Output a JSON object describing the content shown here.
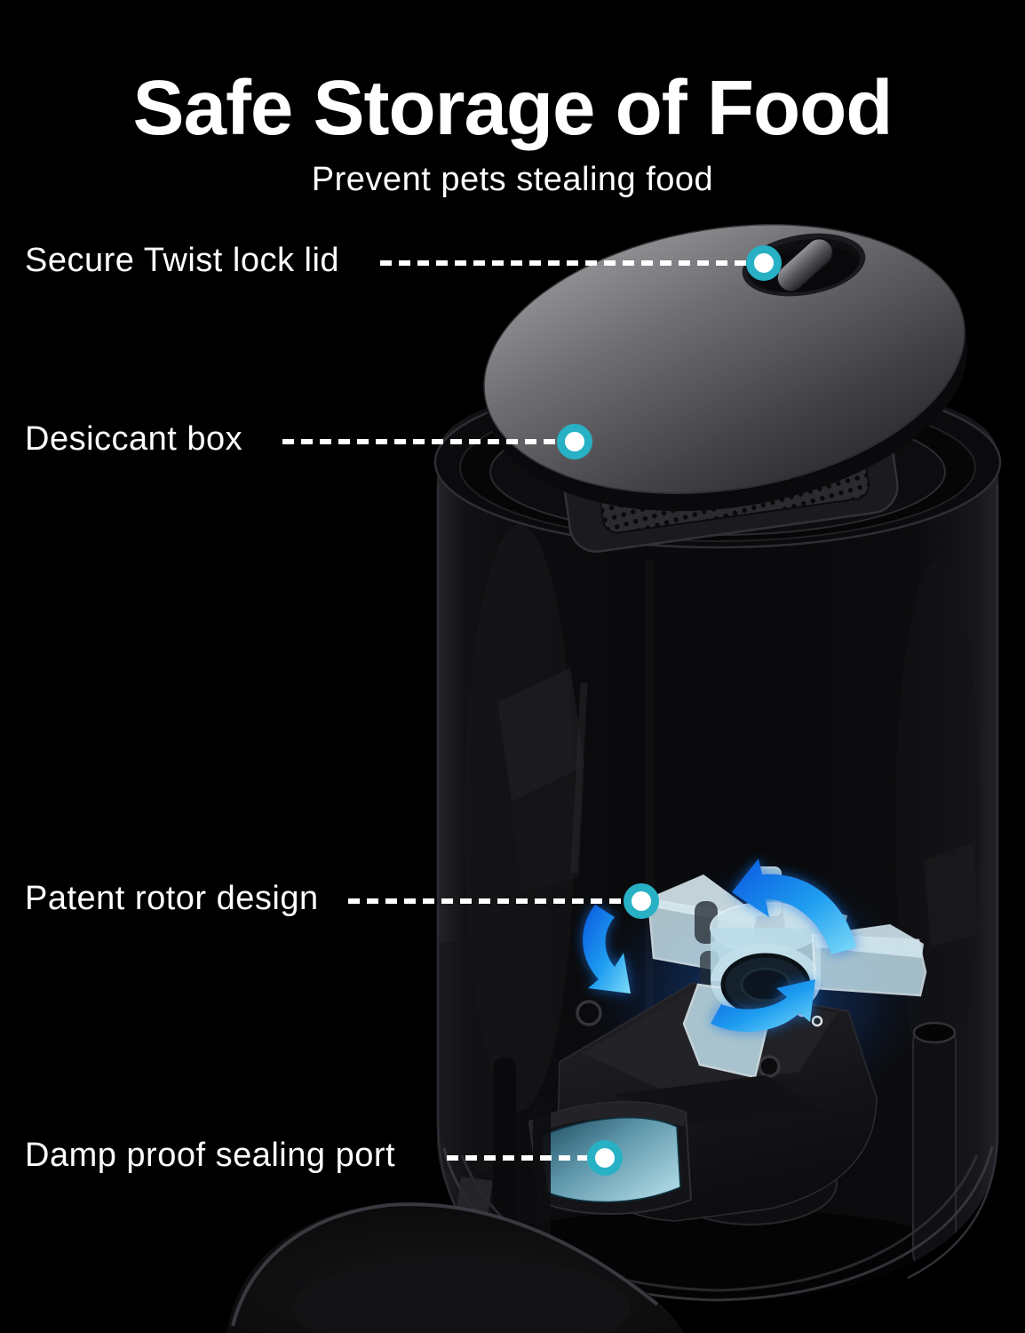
{
  "header": {
    "title": "Safe Storage of Food",
    "subtitle": "Prevent pets stealing food"
  },
  "callouts": [
    {
      "label": "Secure Twist lock lid",
      "marker_icon": "teal-dot-marker"
    },
    {
      "label": "Desiccant box",
      "marker_icon": "teal-dot-marker"
    },
    {
      "label": "Patent rotor design",
      "marker_icon": "teal-dot-marker"
    },
    {
      "label": "Damp proof sealing port",
      "marker_icon": "teal-dot-marker"
    }
  ],
  "product": {
    "parts": [
      "twist-lock-lid",
      "desiccant-box",
      "storage-bucket",
      "impeller-rotor",
      "rotation-arrows",
      "damp-proof-sealing-port",
      "food-bowl"
    ]
  },
  "colors": {
    "background": "#000000",
    "text": "#ffffff",
    "accent_teal": "#28b1c5",
    "arrow_blue": "#1e8fe6",
    "rotor_blue": "#c9e9f4"
  }
}
